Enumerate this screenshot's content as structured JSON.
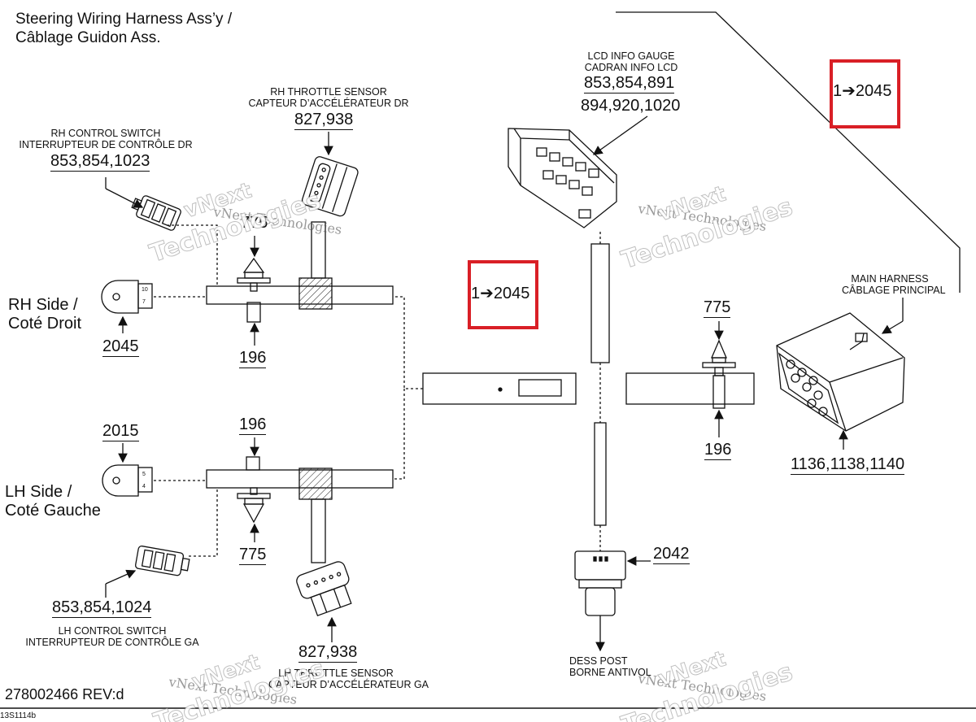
{
  "title": {
    "line1": "Steering Wiring Harness Ass’y /",
    "line2": "Câblage Guidon Ass."
  },
  "sides": {
    "rh_line1": "RH Side /",
    "rh_line2": "Coté Droit",
    "lh_line1": "LH Side /",
    "lh_line2": "Coté Gauche"
  },
  "components": {
    "rh_control_switch": {
      "label_en": "RH CONTROL SWITCH",
      "label_fr": "INTERRUPTEUR DE CONTRÔLE DR",
      "refs": "853,854,1023"
    },
    "rh_throttle_sensor": {
      "label_en": "RH THROTTLE SENSOR",
      "label_fr": "CAPTEUR D’ACCÉLÉRATEUR DR",
      "refs": "827,938"
    },
    "lcd_info_gauge": {
      "label_en": "LCD INFO GAUGE",
      "label_fr": "CADRAN INFO LCD",
      "refs_line1": "853,854,891",
      "refs_line2": "894,920,1020"
    },
    "main_harness": {
      "label_en": "MAIN HARNESS",
      "label_fr": "CÂBLAGE PRINCIPAL",
      "refs": "1136,1138,1140"
    },
    "lh_control_switch": {
      "refs": "853,854,1024",
      "label_en": "LH CONTROL SWITCH",
      "label_fr": "INTERRUPTEUR DE CONTRÔLE GA"
    },
    "lh_throttle_sensor": {
      "refs": "827,938",
      "label_en": "LH THROTTLE SENSOR",
      "label_fr": "CAPTEUR D’ACCÉLÉRATEUR GA"
    },
    "dess_post": {
      "label_en": "DESS POST",
      "label_fr": "BORNE ANTIVOL",
      "ref": "2042"
    }
  },
  "refs": {
    "rh_cap": "2045",
    "lh_cap": "2015",
    "rh_tie_top": "775",
    "rh_clip_bottom": "196",
    "lh_clip_top": "196",
    "lh_tie_bottom": "775",
    "right_tie_top": "775",
    "right_clip_bottom": "196"
  },
  "callouts": [
    {
      "text": "1➔2045",
      "color": "#d91f26"
    },
    {
      "text": "1➔2045",
      "color": "#d91f26"
    }
  ],
  "footer": {
    "part_number": "278002466 REV:d",
    "figure_code": "13S1114b"
  },
  "watermarks": {
    "line1": "vNext Technologies",
    "line2": "Technologies",
    "brand": "vNext"
  },
  "colors": {
    "accent": "#d91f26",
    "ink": "#111111"
  }
}
